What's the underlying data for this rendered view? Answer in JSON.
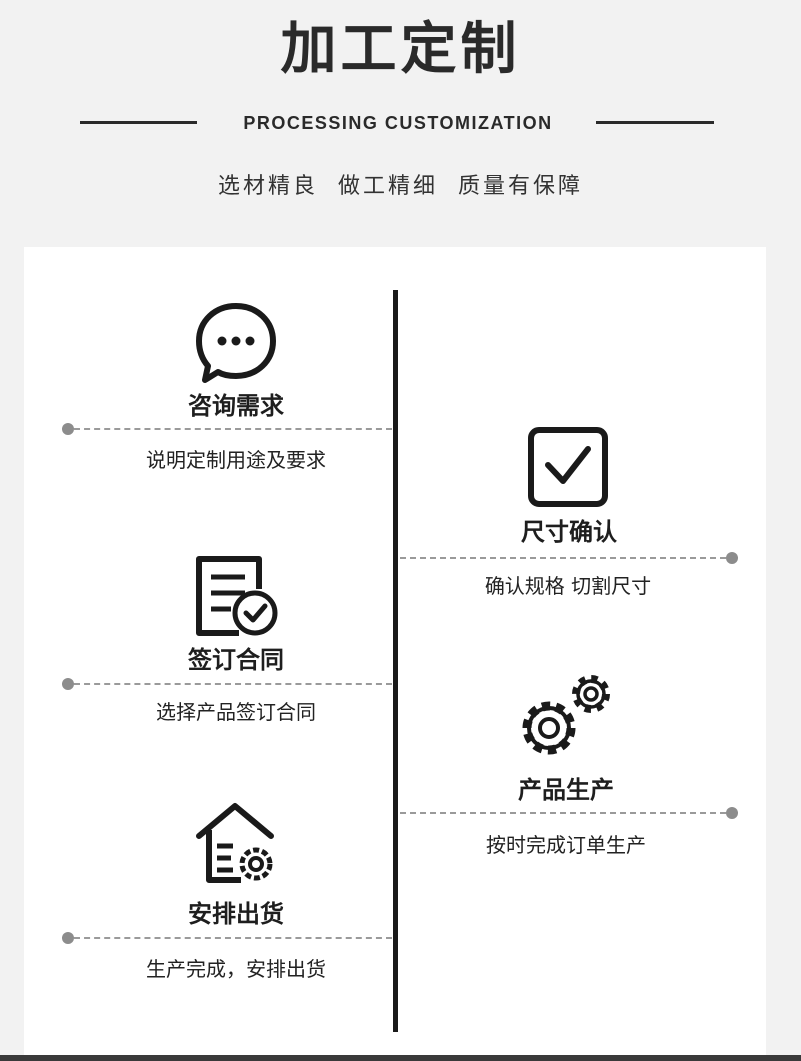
{
  "header": {
    "title": "加工定制",
    "subtitle": "PROCESSING CUSTOMIZATION",
    "tagline": "选材精良 做工精细 质量有保障"
  },
  "steps_left": [
    {
      "icon": "chat-bubble-icon",
      "title": "咨询需求",
      "desc": "说明定制用途及要求"
    },
    {
      "icon": "contract-check-icon",
      "title": "签订合同",
      "desc": "选择产品签订合同"
    },
    {
      "icon": "warehouse-gear-icon",
      "title": "安排出货",
      "desc": "生产完成，安排出货"
    }
  ],
  "steps_right": [
    {
      "icon": "checkbox-icon",
      "title": "尺寸确认",
      "desc": "确认规格 切割尺寸"
    },
    {
      "icon": "gears-icon",
      "title": "产品生产",
      "desc": "按时完成订单生产"
    }
  ]
}
